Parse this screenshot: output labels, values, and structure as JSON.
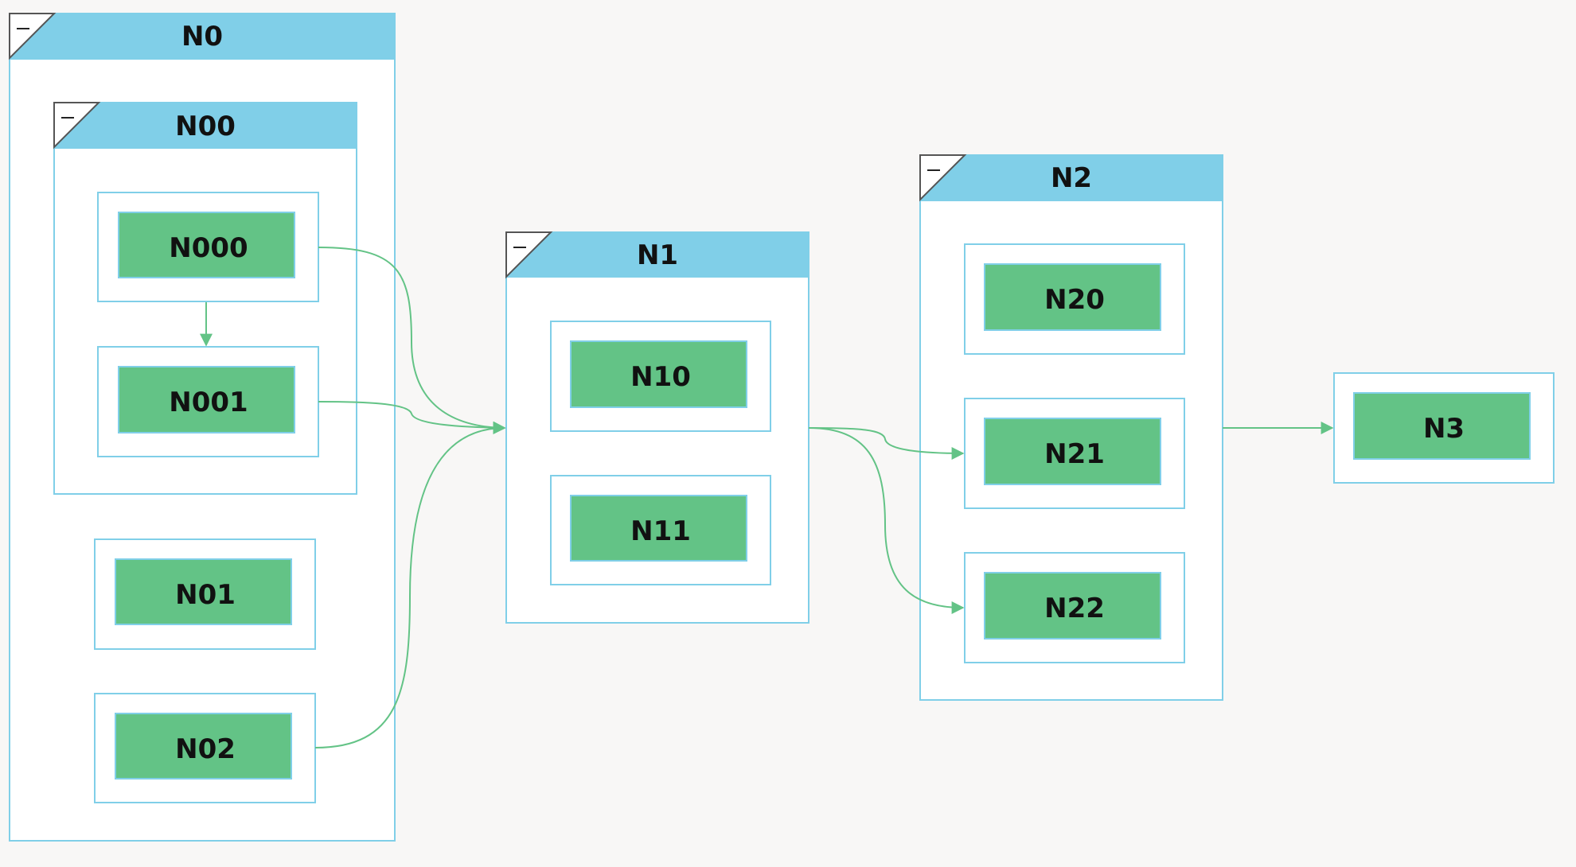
{
  "colors": {
    "background": "#f8f7f6",
    "group_header": "#80cfe8",
    "group_border": "#80cfe8",
    "node_fill": "#63c386",
    "edge": "#63c386"
  },
  "groups": {
    "n0": {
      "label": "N0",
      "icon": "collapse-minus-icon"
    },
    "n00": {
      "label": "N00",
      "icon": "collapse-minus-icon"
    },
    "n1": {
      "label": "N1",
      "icon": "collapse-minus-icon"
    },
    "n2": {
      "label": "N2",
      "icon": "collapse-minus-icon"
    }
  },
  "nodes": {
    "n000": "N000",
    "n001": "N001",
    "n01": "N01",
    "n02": "N02",
    "n10": "N10",
    "n11": "N11",
    "n20": "N20",
    "n21": "N21",
    "n22": "N22",
    "n3": "N3"
  },
  "edges": [
    {
      "from": "N000",
      "to": "N001"
    },
    {
      "from": "N000",
      "to": "N1"
    },
    {
      "from": "N001",
      "to": "N1"
    },
    {
      "from": "N02",
      "to": "N1"
    },
    {
      "from": "N1",
      "to": "N21"
    },
    {
      "from": "N1",
      "to": "N22"
    },
    {
      "from": "N2",
      "to": "N3"
    }
  ]
}
